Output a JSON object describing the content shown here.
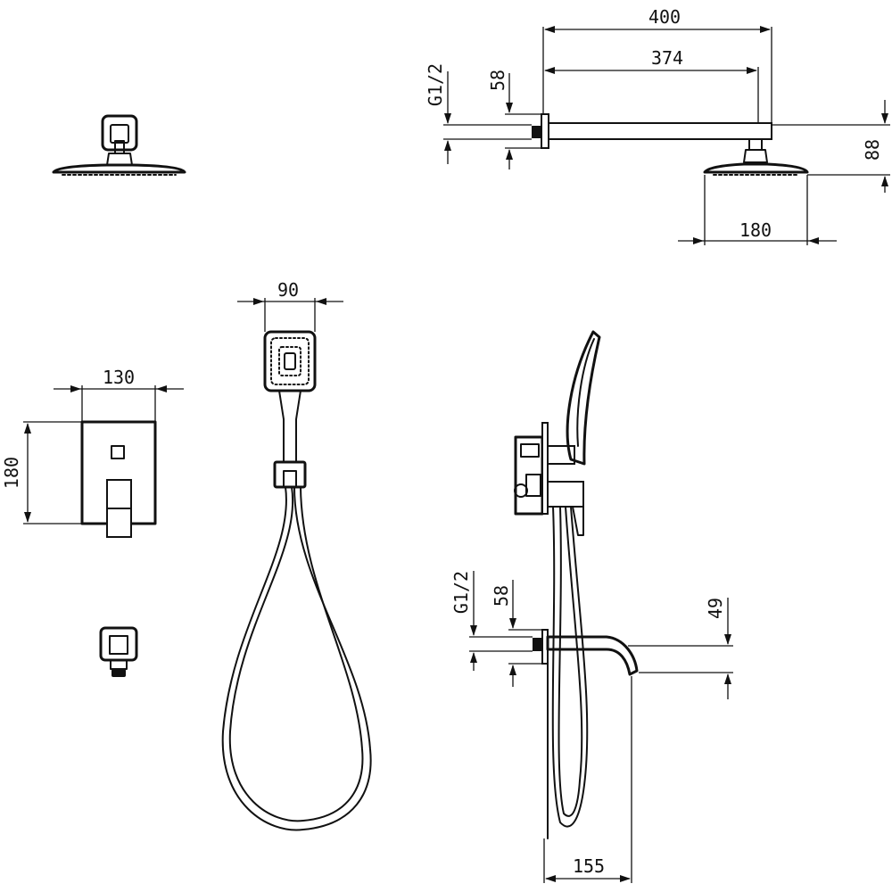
{
  "dimensions": {
    "arm_length_total": "400",
    "arm_length_inner": "374",
    "thread_top": "G1/2",
    "offset_top": "58",
    "drop_height": "88",
    "head_diameter": "180",
    "handshower_width": "90",
    "plate_width": "130",
    "plate_height": "180",
    "thread_bottom": "G1/2",
    "offset_bottom": "58",
    "spout_height": "49",
    "spout_length": "155"
  },
  "colors": {
    "line": "#111111",
    "background": "#ffffff"
  }
}
